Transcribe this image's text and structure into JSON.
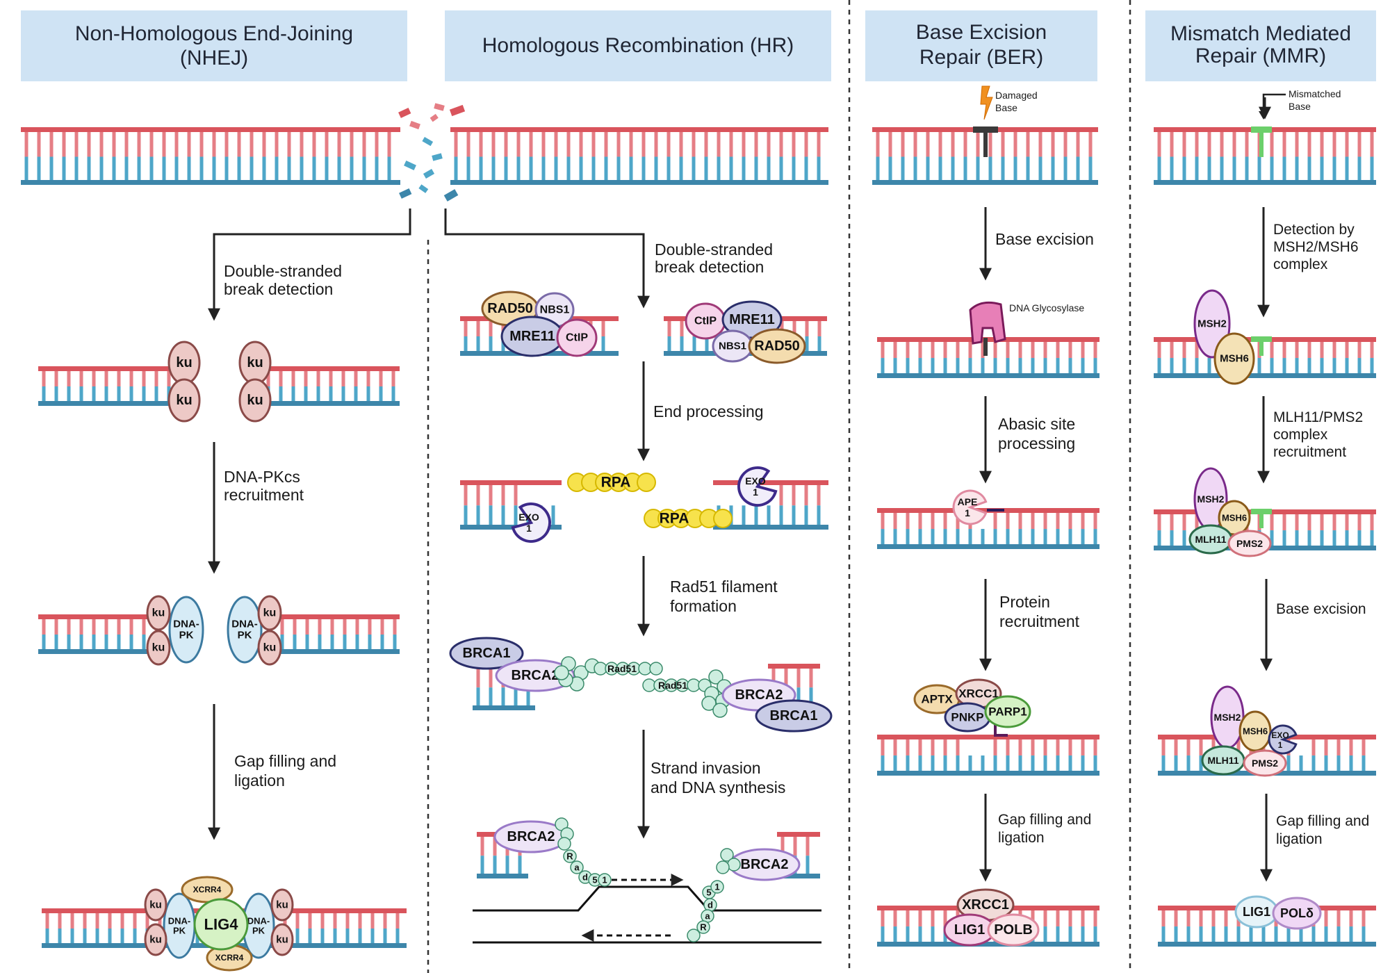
{
  "headers": {
    "nhej": [
      "Non-Homologous End-Joining",
      "(NHEJ)"
    ],
    "hr": [
      "Homologous Recombination (HR)"
    ],
    "ber": [
      "Base Excision",
      "Repair (BER)"
    ],
    "mmr": [
      "Mismatch Mediated",
      "Repair (MMR)"
    ]
  },
  "nhej": {
    "step1": [
      "Double-stranded",
      "break detection"
    ],
    "step2": [
      "DNA-PKcs",
      "recruitment"
    ],
    "step3": [
      "Gap filling and",
      "ligation"
    ],
    "ku": "ku",
    "dnapk": [
      "DNA-",
      "PK"
    ],
    "xcrr4": "XCRR4",
    "lig4": "LIG4"
  },
  "hr": {
    "step1": [
      "Double-stranded",
      "break detection"
    ],
    "step2": [
      "End processing"
    ],
    "step3": [
      "Rad51 filament",
      "formation"
    ],
    "step4": [
      "Strand invasion",
      "and DNA synthesis"
    ],
    "rad50": "RAD50",
    "nbs1": "NBS1",
    "mre11": "MRE11",
    "ctip": "CtIP",
    "rpa": "RPA",
    "exo": [
      "EXO",
      "1"
    ],
    "brca1": "BRCA1",
    "brca2": "BRCA2",
    "rad51": "Rad51",
    "rad51_letters_left": [
      "R",
      "a",
      "d",
      "5",
      "1"
    ],
    "rad51_letters_right": [
      "5",
      "1",
      "d",
      "a",
      "R"
    ]
  },
  "ber": {
    "damaged_base": [
      "Damaged",
      "Base"
    ],
    "step1": [
      "Base excision"
    ],
    "glycosylase": "DNA Glycosylase",
    "step2": [
      "Abasic site",
      "processing"
    ],
    "ape": [
      "APE",
      "1"
    ],
    "step3": [
      "Protein",
      "recruitment"
    ],
    "aptx": "APTX",
    "xrcc1": "XRCC1",
    "pnkp": "PNKP",
    "parp1": "PARP1",
    "step4": [
      "Gap filling and",
      "ligation"
    ],
    "lig1": "LIG1",
    "polb": "POLB"
  },
  "mmr": {
    "mismatched_base": [
      "Mismatched",
      "Base"
    ],
    "step1": [
      "Detection by",
      "MSH2/MSH6",
      "complex"
    ],
    "msh2": "MSH2",
    "msh6": "MSH6",
    "step2": [
      "MLH11/PMS2",
      "complex",
      "recruitment"
    ],
    "mlh11": "MLH11",
    "pms2": "PMS2",
    "step3": [
      "Base excision"
    ],
    "exo": [
      "EXO",
      "1"
    ],
    "step4": [
      "Gap filling and",
      "ligation"
    ],
    "lig1": "LIG1",
    "pold": "POLδ"
  },
  "colors": {
    "strand_top": "#d9545c",
    "strand_top_rung": "#e57e85",
    "strand_bottom": "#3d86aa",
    "strand_bottom_rung": "#4ea6c8",
    "header_bg": "#cfe3f4",
    "ku": "#edc9c6",
    "dnapk": "#d6ebf6",
    "lig4": "#d6f2c5",
    "xcrr4": "#f4dcae",
    "mre11": "#c9cce6",
    "nbs1": "#ece6f6",
    "rad50": "#f4dcae",
    "ctip": "#f6d4ea",
    "rpa": "#f7e24c",
    "exo": "#3d2a8a",
    "brca1": "#c9cce6",
    "brca2": "#eee5f7",
    "rad51": "#cdeee0",
    "glycosylase": "#e77fb7",
    "msh2": "#f0d8f5",
    "msh6": "#f4e2b6",
    "mlh11": "#c5e8dc",
    "pms2": "#fbe6ea"
  }
}
